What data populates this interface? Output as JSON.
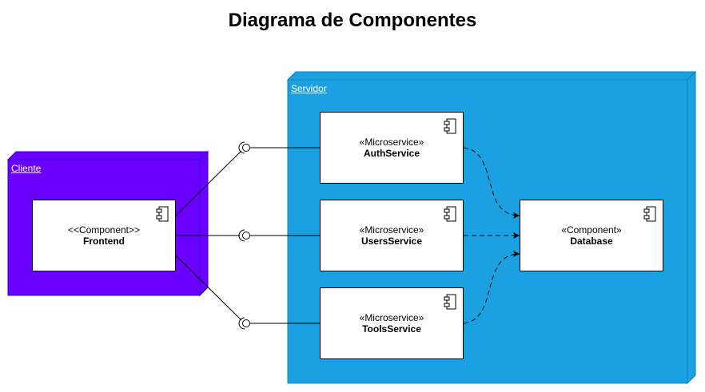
{
  "title": "Diagrama de Componentes",
  "colors": {
    "servidor": "#1ba1e2",
    "cliente": "#6a00ff",
    "edge": "#000000"
  },
  "nodes": {
    "servidor": {
      "label": "Servidor"
    },
    "cliente": {
      "label": "Cliente"
    }
  },
  "components": {
    "frontend": {
      "stereotype": "<<Component>>",
      "name": "Frontend"
    },
    "auth": {
      "stereotype": "«Microservice»",
      "name": "AuthService"
    },
    "users": {
      "stereotype": "«Microservice»",
      "name": "UsersService"
    },
    "tools": {
      "stereotype": "«Microservice»",
      "name": "ToolsService"
    },
    "database": {
      "stereotype": "«Component»",
      "name": "Database"
    }
  },
  "icons": {
    "component": "component-icon",
    "interface": "lollipop-interface-icon"
  }
}
